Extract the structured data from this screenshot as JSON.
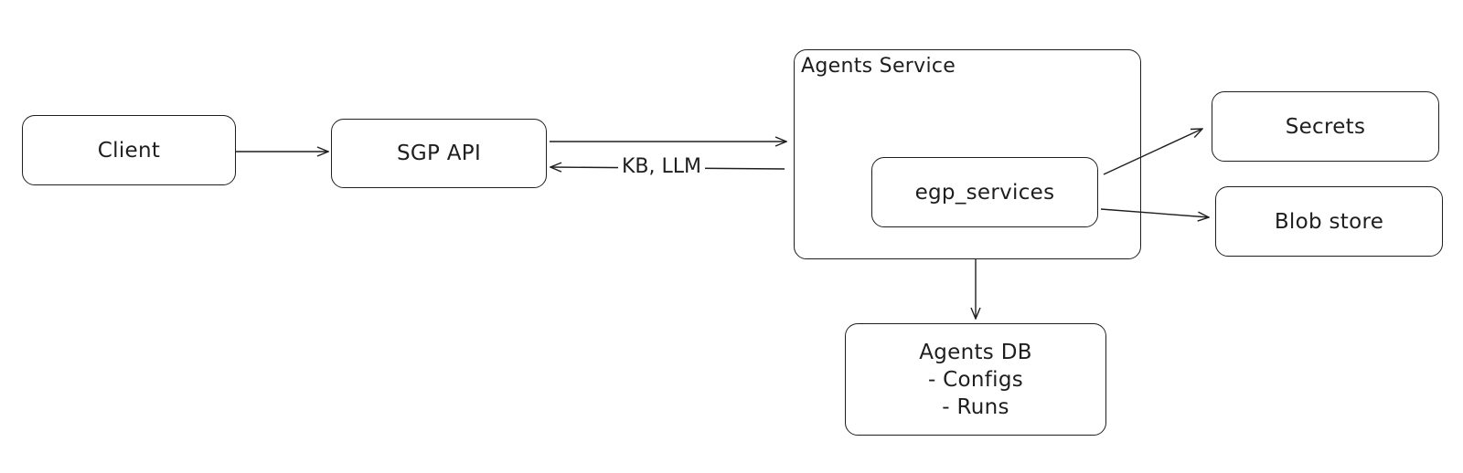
{
  "diagram": {
    "nodes": {
      "client": "Client",
      "sgp_api": "SGP API",
      "agents_service": "Agents Service",
      "egp_services": "egp_services",
      "secrets": "Secrets",
      "blob_store": "Blob store",
      "agents_db": {
        "title": "Agents DB",
        "line1": "- Configs",
        "line2": "- Runs"
      }
    },
    "edges": {
      "kb_llm_label": "KB, LLM"
    }
  }
}
